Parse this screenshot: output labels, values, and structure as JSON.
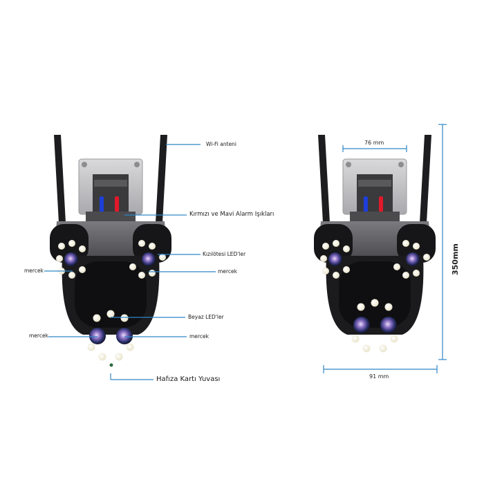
{
  "callouts": {
    "wifi_antenna": "Wi-Fi anteni",
    "alarm_lights": "Kırmızı ve Mavi Alarm Işıkları",
    "ir_leds": "Kızılötesi LED'ler",
    "lens_left_upper": "mercek",
    "lens_right_upper": "mercek",
    "white_leds": "Beyaz LED'ler",
    "lens_left_lower": "mercek",
    "lens_right_lower": "mercek",
    "memory_card_slot": "Hafıza Kartı Yuvası"
  },
  "dimensions": {
    "top_width": "76 mm",
    "bottom_width": "91 mm",
    "height": "350mm"
  },
  "colors": {
    "callout_line": "#2e86c8",
    "body_grey": "#6b6b6e",
    "body_black": "#1b1b1d",
    "mount_plate": "#c9c9cb",
    "alarm_red": "#e0192a",
    "alarm_blue": "#1d3fd8",
    "led_white": "#f4f1e4",
    "led_warm": "#fbf3c8"
  }
}
